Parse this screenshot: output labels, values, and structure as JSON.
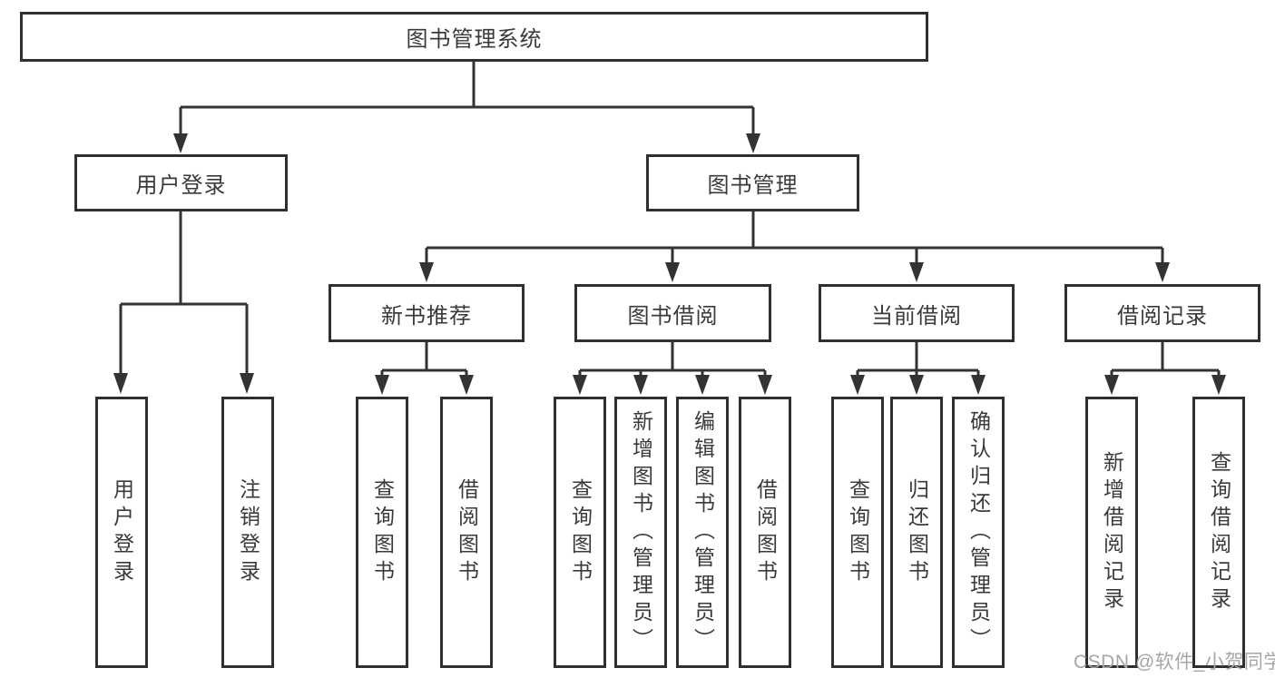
{
  "nodes": {
    "root": "图书管理系统",
    "level2": {
      "user_login": "用户登录",
      "book_mgmt": "图书管理"
    },
    "level3": {
      "new_book_rec": "新书推荐",
      "book_borrow": "图书借阅",
      "current_borrow": "当前借阅",
      "borrow_record": "借阅记录"
    },
    "leaves": {
      "user_login": [
        "用户登录",
        "注销登录"
      ],
      "new_book_rec": [
        "查询图书",
        "借阅图书"
      ],
      "book_borrow": [
        "查询图书",
        "新增图书（管理员）",
        "编辑图书（管理员）",
        "借阅图书"
      ],
      "current_borrow": [
        "查询图书",
        "归还图书",
        "确认归还（管理员）"
      ],
      "borrow_record": [
        "新增借阅记录",
        "查询借阅记录"
      ]
    }
  },
  "watermark": "CSDN @软件_小贺同学",
  "colors": {
    "line": "#333333",
    "box_border": "#2f2f2f",
    "text": "#3a3a3a",
    "watermark": "#a6a6a6",
    "background": "#ffffff"
  }
}
